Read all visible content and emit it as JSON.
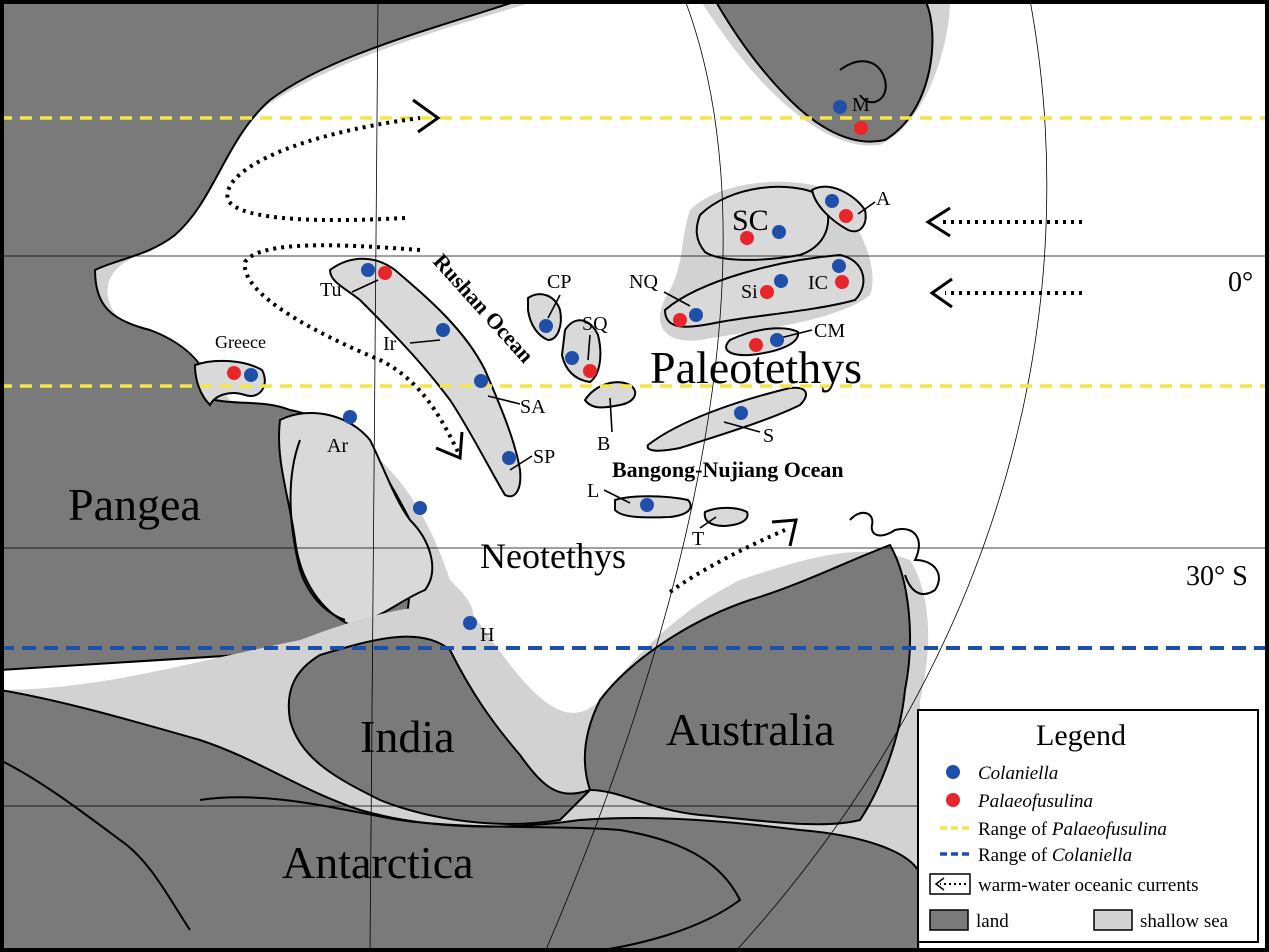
{
  "regions": {
    "pangea": "Pangea",
    "india": "India",
    "australia": "Australia",
    "antarctica": "Antarctica",
    "paleotethys": "Paleotethys",
    "neotethys": "Neotethys",
    "rushan_ocean": "Rushan Ocean",
    "bangong_ocean": "Bangong-Nujiang Ocean"
  },
  "latitudes": {
    "equator": "0°",
    "south30": "30° S"
  },
  "sites": {
    "M": "M",
    "A": "A",
    "SC": "SC",
    "IC": "IC",
    "Si": "Si",
    "NQ": "NQ",
    "CM": "CM",
    "CP": "CP",
    "SQ": "SQ",
    "Tu": "Tu",
    "Ir": "Ir",
    "Greece": "Greece",
    "SA": "SA",
    "SP": "SP",
    "B": "B",
    "S": "S",
    "Ar": "Ar",
    "L": "L",
    "T": "T",
    "H": "H"
  },
  "occurrences": [
    {
      "site": "M",
      "taxa": [
        "Colaniella",
        "Palaeofusulina"
      ]
    },
    {
      "site": "A",
      "taxa": [
        "Colaniella",
        "Palaeofusulina"
      ]
    },
    {
      "site": "SC",
      "taxa": [
        "Colaniella",
        "Palaeofusulina"
      ]
    },
    {
      "site": "IC",
      "taxa": [
        "Colaniella",
        "Palaeofusulina"
      ]
    },
    {
      "site": "Si",
      "taxa": [
        "Colaniella",
        "Palaeofusulina"
      ]
    },
    {
      "site": "NQ",
      "taxa": [
        "Colaniella",
        "Palaeofusulina"
      ]
    },
    {
      "site": "CM",
      "taxa": [
        "Colaniella",
        "Palaeofusulina"
      ]
    },
    {
      "site": "CP",
      "taxa": [
        "Colaniella"
      ]
    },
    {
      "site": "SQ",
      "taxa": [
        "Colaniella",
        "Palaeofusulina"
      ]
    },
    {
      "site": "Tu",
      "taxa": [
        "Colaniella",
        "Palaeofusulina"
      ]
    },
    {
      "site": "Ir",
      "taxa": [
        "Colaniella"
      ]
    },
    {
      "site": "Greece",
      "taxa": [
        "Colaniella",
        "Palaeofusulina"
      ]
    },
    {
      "site": "SA",
      "taxa": [
        "Colaniella"
      ]
    },
    {
      "site": "SP",
      "taxa": [
        "Colaniella"
      ]
    },
    {
      "site": "S",
      "taxa": [
        "Colaniella"
      ]
    },
    {
      "site": "Ar",
      "taxa": [
        "Colaniella"
      ]
    },
    {
      "site": "L",
      "taxa": [
        "Colaniella"
      ]
    },
    {
      "site": "H",
      "taxa": [
        "Colaniella"
      ]
    }
  ],
  "legend": {
    "title": "Legend",
    "colaniella": "Colaniella",
    "palaeofusulina": "Palaeofusulina",
    "range_prefix": "Range of ",
    "range_palaeofusulina": "Palaeofusulina",
    "range_colaniella": "Colaniella",
    "currents": "warm-water oceanic currents",
    "land": "land",
    "shallow_sea": "shallow sea"
  },
  "colors": {
    "colaniella_dot": "#1f4fa8",
    "palaeofusulina_dot": "#e8262a",
    "palaeofusulina_range": "#f2e64a",
    "colaniella_range": "#1f4fa8",
    "land": "#7a7a7a",
    "shallow_sea": "#d2d2d2"
  }
}
